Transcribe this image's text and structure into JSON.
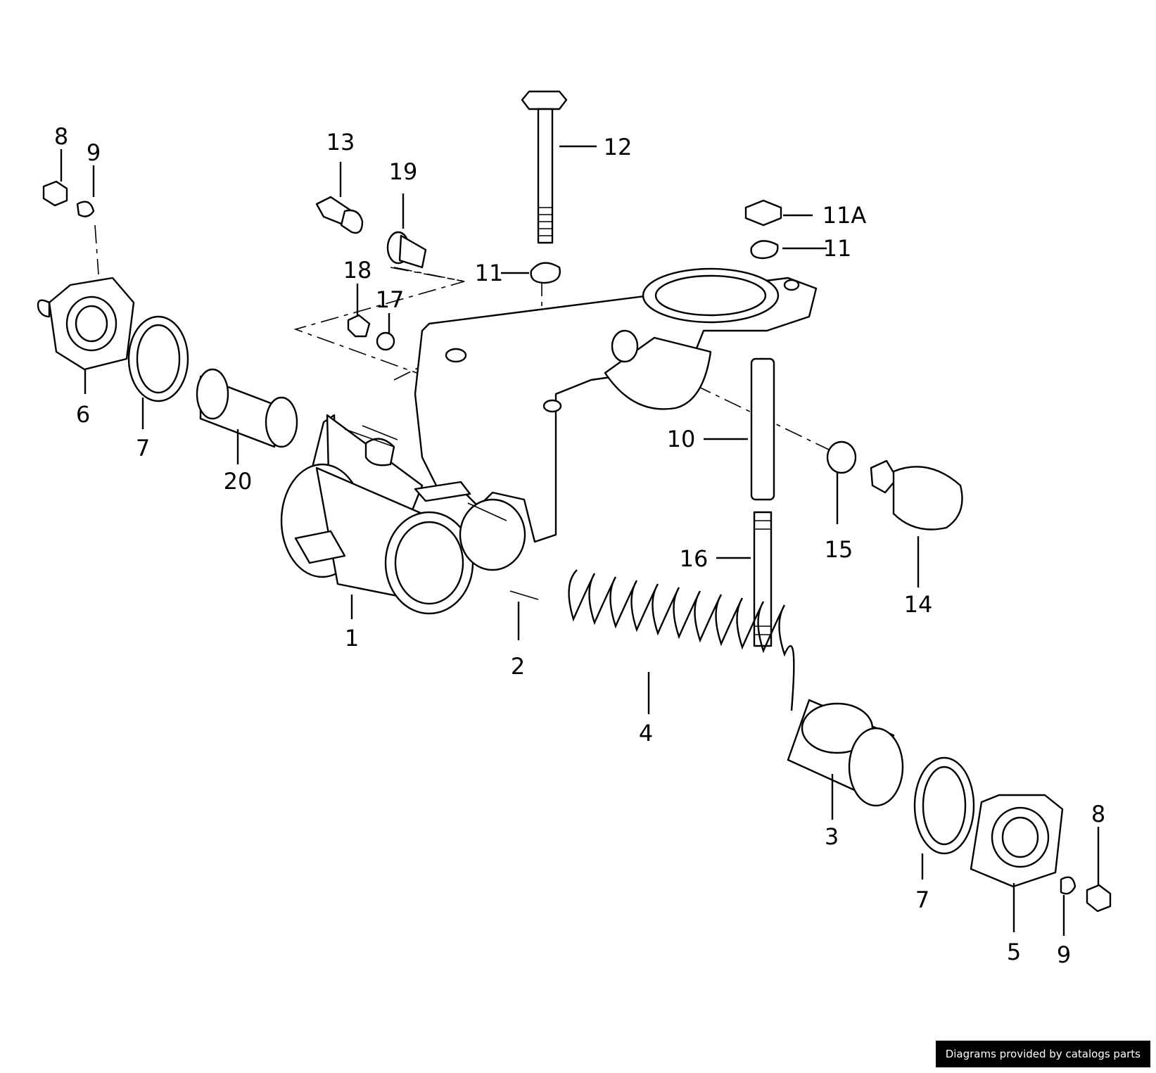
{
  "labels": {
    "l1": "1",
    "l2": "2",
    "l3": "3",
    "l4": "4",
    "l5": "5",
    "l6": "6",
    "l7a": "7",
    "l7b": "7",
    "l8a": "8",
    "l8b": "8",
    "l9a": "9",
    "l9b": "9",
    "l10": "10",
    "l11a": "11",
    "l11b": "11",
    "l11A": "11A",
    "l12": "12",
    "l13": "13",
    "l14": "14",
    "l15": "15",
    "l16": "16",
    "l17": "17",
    "l18": "18",
    "l19": "19",
    "l20": "20"
  },
  "credit": "Diagrams provided by catalogs parts"
}
